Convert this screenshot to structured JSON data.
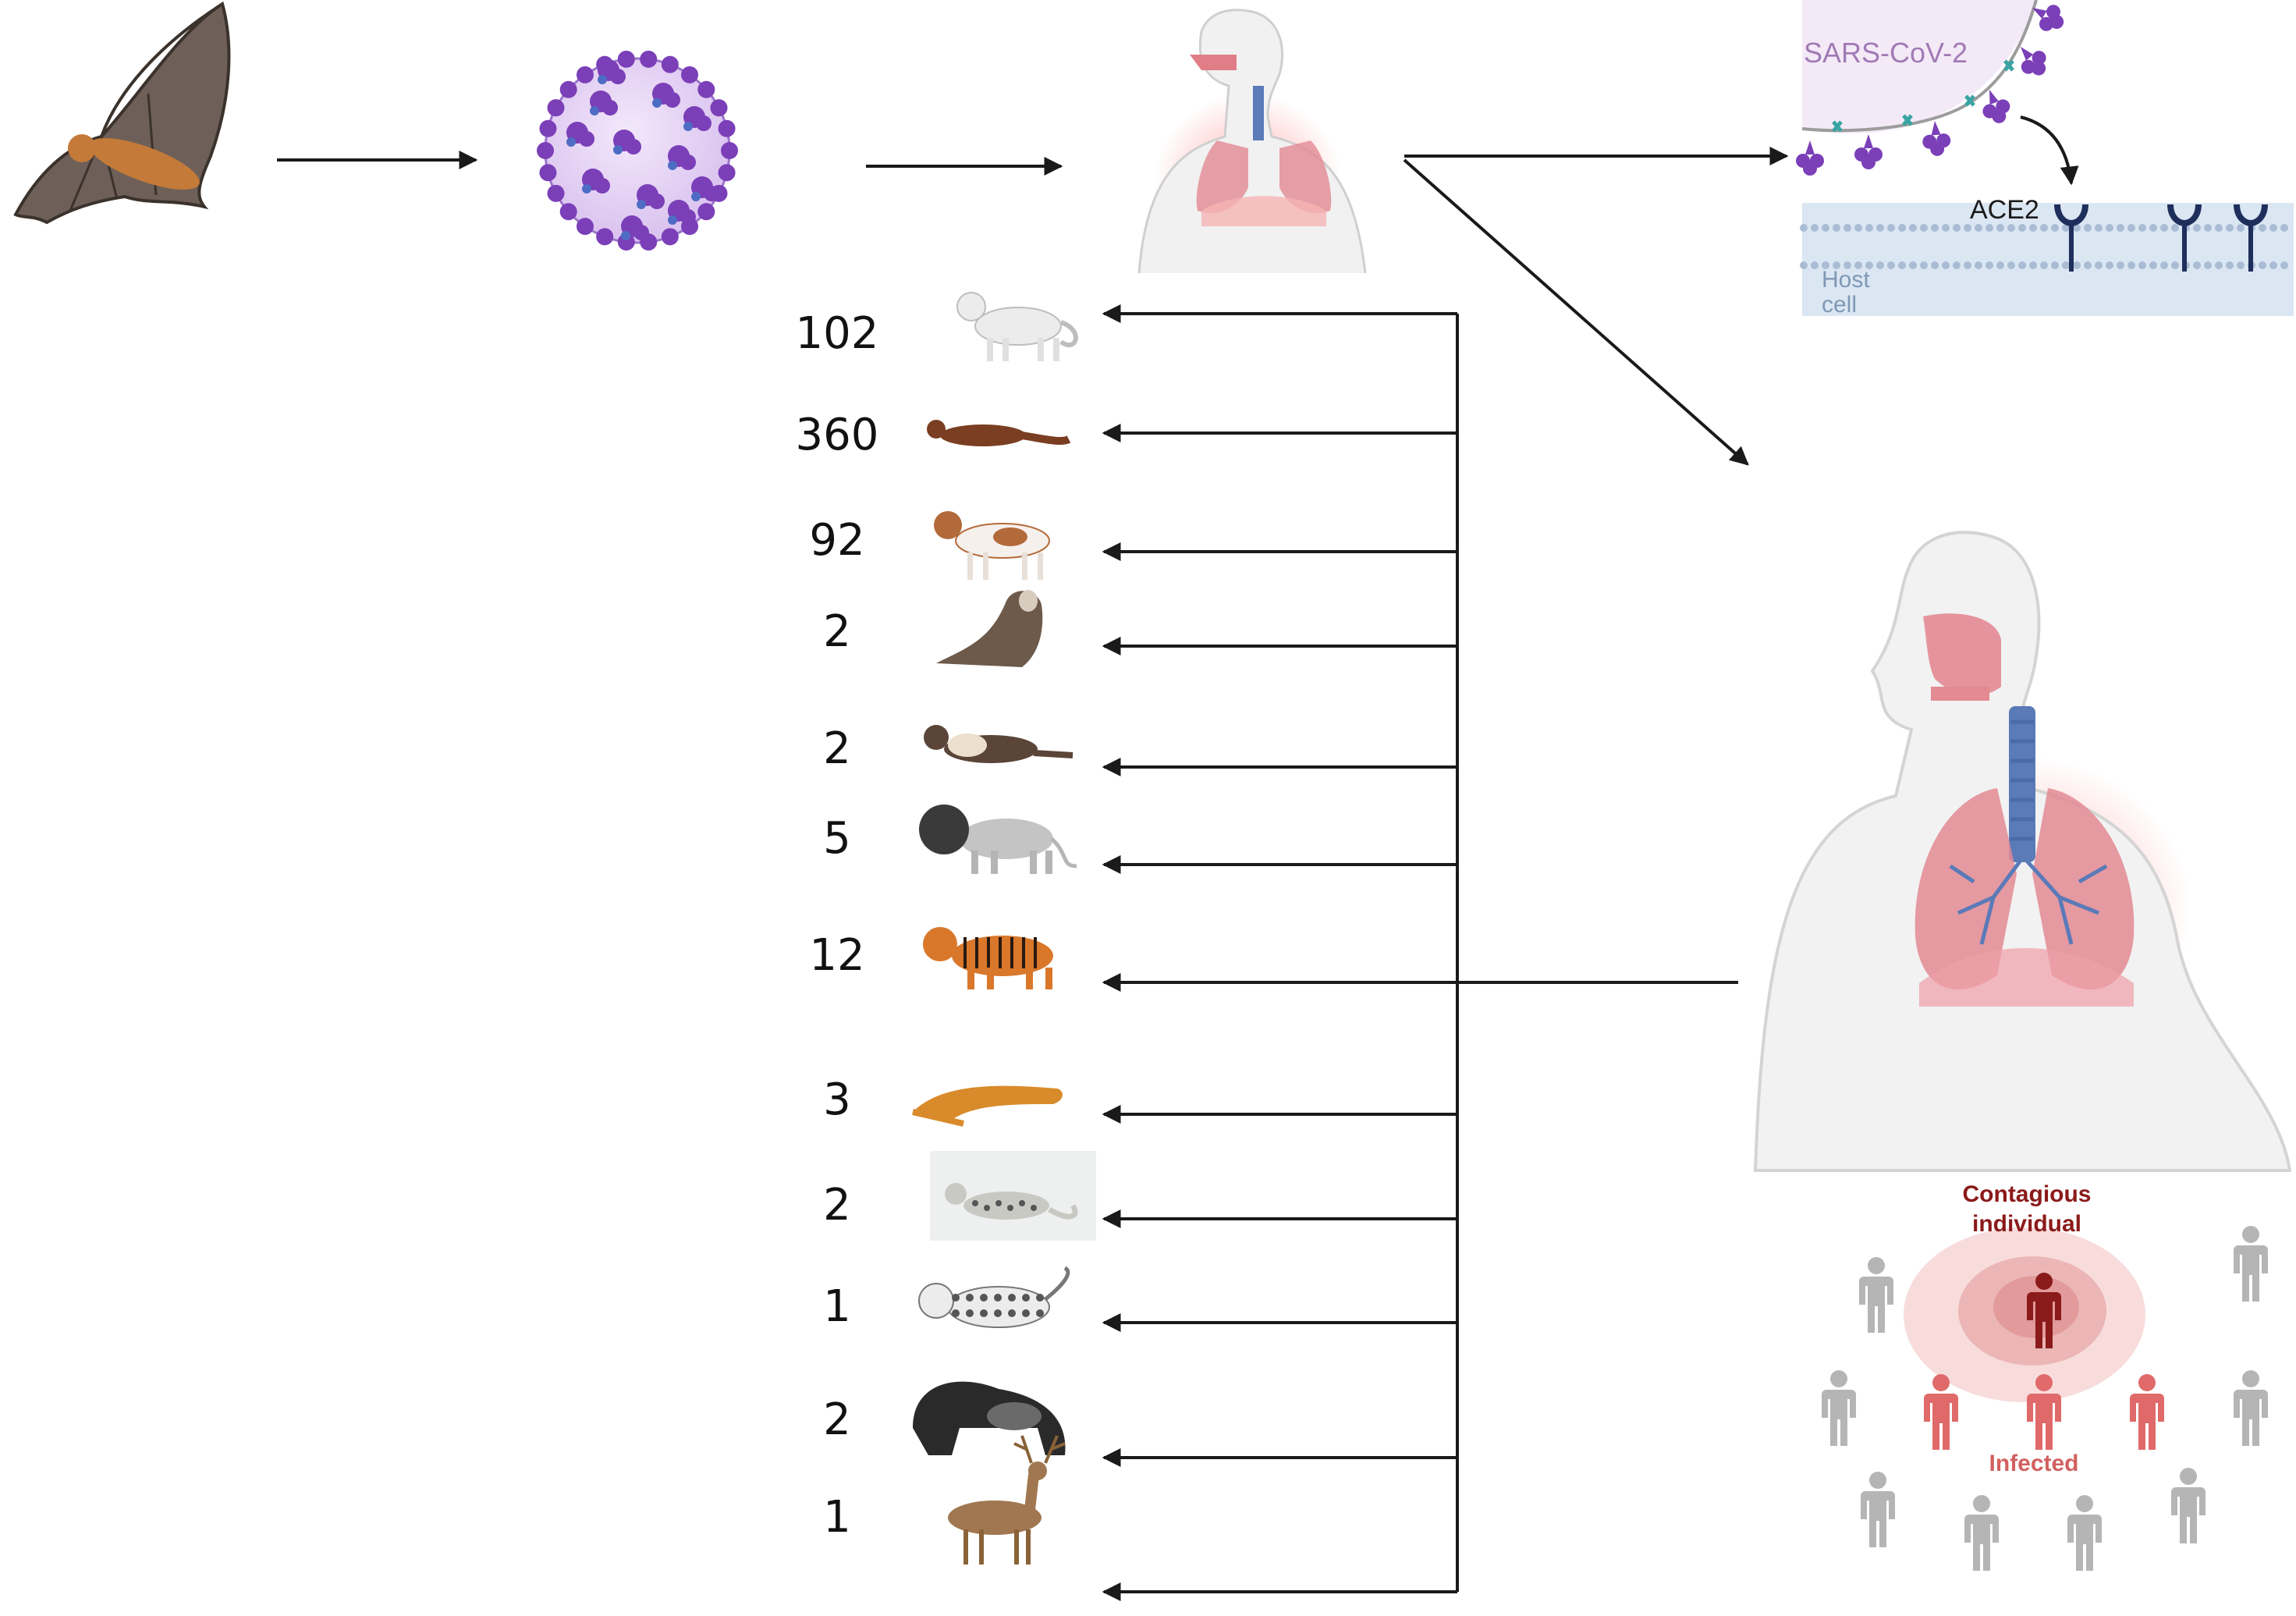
{
  "receptor_panel": {
    "virus_label": "SARS-CoV-2",
    "receptor_label": "ACE2",
    "host_cell_label_line1": "Host",
    "host_cell_label_line2": "cell"
  },
  "spillover_counts": [
    {
      "animal": "cat-icon",
      "count": "102"
    },
    {
      "animal": "mink-icon",
      "count": "360"
    },
    {
      "animal": "dog-icon",
      "count": "92"
    },
    {
      "animal": "otter-icon",
      "count": "2"
    },
    {
      "animal": "ferret-icon",
      "count": "2"
    },
    {
      "animal": "lion-icon",
      "count": "5"
    },
    {
      "animal": "tiger-icon",
      "count": "12"
    },
    {
      "animal": "puma-icon",
      "count": "3"
    },
    {
      "animal": "snow-leopard-icon",
      "count": "2"
    },
    {
      "animal": "leopard-icon",
      "count": "1"
    },
    {
      "animal": "gorilla-icon",
      "count": "2"
    },
    {
      "animal": "deer-icon",
      "count": "1"
    }
  ],
  "transmission": {
    "contagious_line1": "Contagious",
    "contagious_line2": "individual",
    "infected_label": "Infected"
  },
  "colors": {
    "virus_purple": "#7b3fb8",
    "receptor_navy": "#1f2f5c",
    "lung_pink": "#e38a93",
    "trachea_blue": "#5a7ab8",
    "contagious_red": "#8b1a1a",
    "infected_red": "#e06a6a",
    "healthy_grey": "#b5b5b5",
    "arrow": "#1a1a1a"
  }
}
